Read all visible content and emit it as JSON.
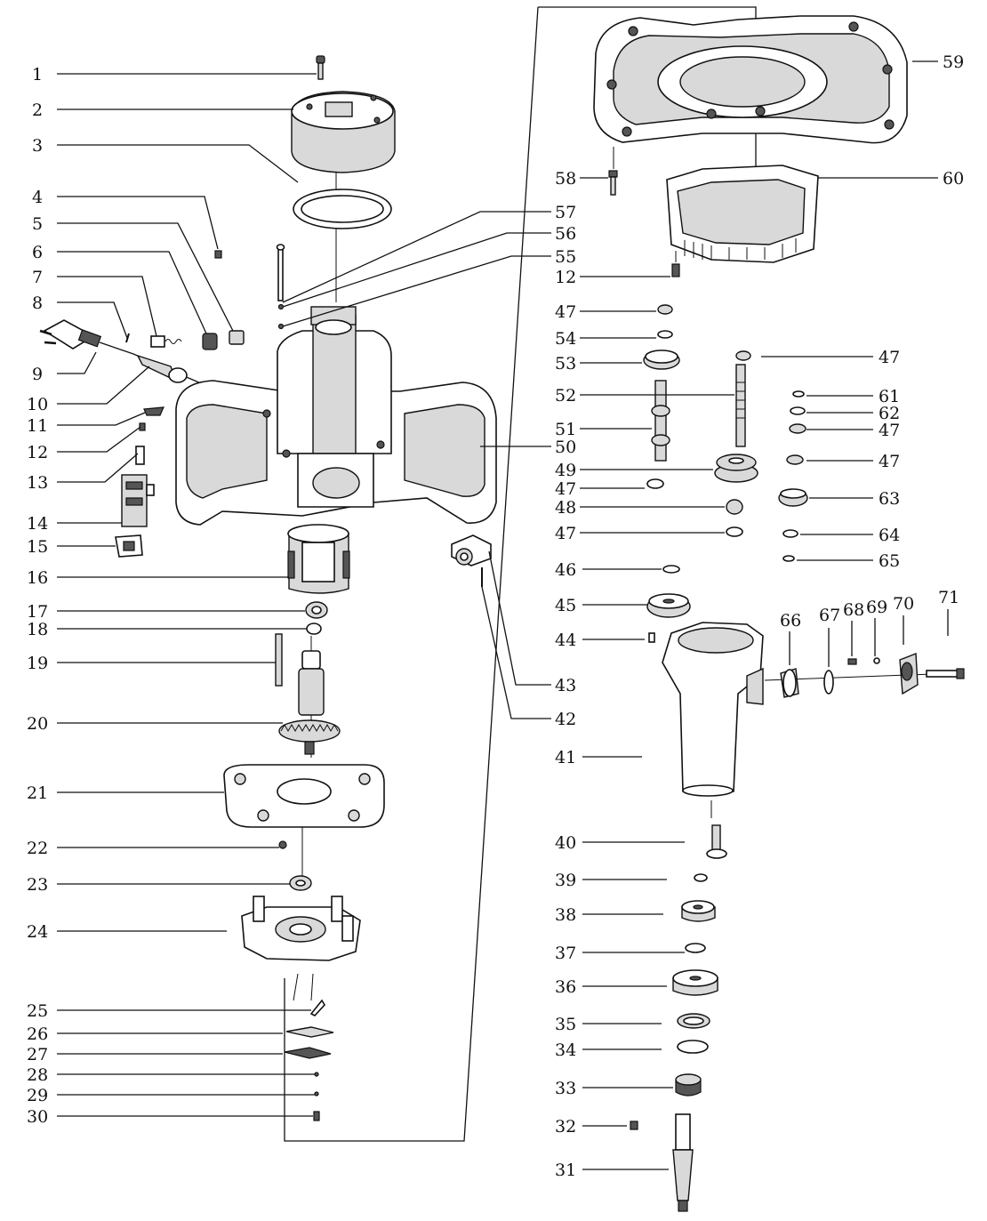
{
  "diagram": {
    "part_numbers": [
      "1",
      "2",
      "3",
      "4",
      "5",
      "6",
      "7",
      "8",
      "9",
      "10",
      "11",
      "12",
      "13",
      "14",
      "15",
      "16",
      "17",
      "18",
      "19",
      "20",
      "21",
      "22",
      "23",
      "24",
      "25",
      "26",
      "27",
      "28",
      "29",
      "30",
      "31",
      "32",
      "33",
      "34",
      "35",
      "36",
      "37",
      "38",
      "39",
      "40",
      "41",
      "42",
      "43",
      "44",
      "45",
      "46",
      "47",
      "48",
      "49",
      "50",
      "51",
      "52",
      "53",
      "54",
      "55",
      "56",
      "57",
      "58",
      "59",
      "60",
      "61",
      "62",
      "63",
      "64",
      "65",
      "66",
      "67",
      "68",
      "69",
      "70",
      "71"
    ],
    "callouts": [
      {
        "label": "1"
      },
      {
        "label": "2"
      },
      {
        "label": "3"
      },
      {
        "label": "4"
      },
      {
        "label": "5"
      },
      {
        "label": "6"
      },
      {
        "label": "7"
      },
      {
        "label": "8"
      },
      {
        "label": "9"
      },
      {
        "label": "10"
      },
      {
        "label": "11"
      },
      {
        "label": "12"
      },
      {
        "label": "13"
      },
      {
        "label": "14"
      },
      {
        "label": "15"
      },
      {
        "label": "16"
      },
      {
        "label": "17"
      },
      {
        "label": "18"
      },
      {
        "label": "19"
      },
      {
        "label": "20"
      },
      {
        "label": "21"
      },
      {
        "label": "22"
      },
      {
        "label": "23"
      },
      {
        "label": "24"
      },
      {
        "label": "25"
      },
      {
        "label": "26"
      },
      {
        "label": "27"
      },
      {
        "label": "28"
      },
      {
        "label": "29"
      },
      {
        "label": "30"
      },
      {
        "label": "57"
      },
      {
        "label": "56"
      },
      {
        "label": "55"
      },
      {
        "label": "50"
      },
      {
        "label": "43"
      },
      {
        "label": "42"
      },
      {
        "label": "59"
      },
      {
        "label": "58"
      },
      {
        "label": "60"
      },
      {
        "label": "12"
      },
      {
        "label": "47"
      },
      {
        "label": "54"
      },
      {
        "label": "53"
      },
      {
        "label": "52"
      },
      {
        "label": "51"
      },
      {
        "label": "49"
      },
      {
        "label": "47"
      },
      {
        "label": "48"
      },
      {
        "label": "47"
      },
      {
        "label": "47"
      },
      {
        "label": "61"
      },
      {
        "label": "62"
      },
      {
        "label": "47"
      },
      {
        "label": "47"
      },
      {
        "label": "63"
      },
      {
        "label": "64"
      },
      {
        "label": "65"
      },
      {
        "label": "46"
      },
      {
        "label": "45"
      },
      {
        "label": "44"
      },
      {
        "label": "41"
      },
      {
        "label": "66"
      },
      {
        "label": "67"
      },
      {
        "label": "68"
      },
      {
        "label": "69"
      },
      {
        "label": "70"
      },
      {
        "label": "71"
      },
      {
        "label": "40"
      },
      {
        "label": "39"
      },
      {
        "label": "38"
      },
      {
        "label": "37"
      },
      {
        "label": "36"
      },
      {
        "label": "35"
      },
      {
        "label": "34"
      },
      {
        "label": "33"
      },
      {
        "label": "32"
      },
      {
        "label": "31"
      }
    ]
  }
}
